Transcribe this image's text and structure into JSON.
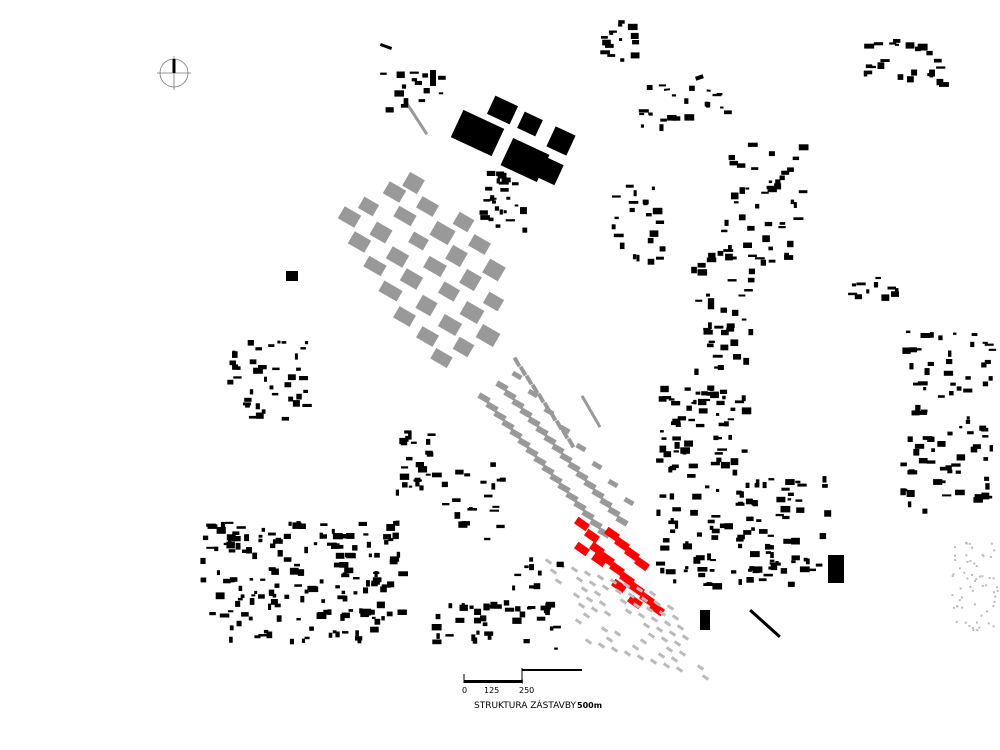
{
  "map": {
    "title": "STRUKTURA ZÁSTAVBY",
    "scale_bar": {
      "labels": [
        "0",
        "125",
        "250",
        "500m"
      ],
      "values_m": [
        0,
        125,
        250,
        500
      ]
    },
    "north_arrow": {
      "icon": "north-arrow-icon"
    },
    "legend_colors": {
      "existing_building": "#000000",
      "proposed_blocks": "#999999",
      "highlighted_block": "#ff0000",
      "secondary_grid": "#bbbbbb"
    }
  }
}
